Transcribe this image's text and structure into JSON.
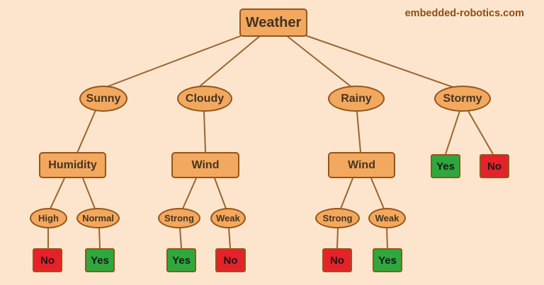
{
  "watermark": {
    "text": "embedded-robotics.com"
  },
  "colors": {
    "background": "#FCE5CC",
    "node-fill": "#F2A85E",
    "node-border": "#95551A",
    "edge": "#9A6430",
    "node-text": "#463421",
    "yes-fill": "#2EA83C",
    "no-fill": "#E5212A",
    "leaf-text": "#16191C",
    "watermark": "#8C4D12"
  },
  "diagram": {
    "type": "decision-tree",
    "nodes": {
      "weather": {
        "label": "Weather"
      },
      "sunny": {
        "label": "Sunny"
      },
      "cloudy": {
        "label": "Cloudy"
      },
      "rainy": {
        "label": "Rainy"
      },
      "stormy": {
        "label": "Stormy"
      },
      "humidity": {
        "label": "Humidity"
      },
      "wind_cloudy": {
        "label": "Wind"
      },
      "wind_rainy": {
        "label": "Wind"
      },
      "high": {
        "label": "High"
      },
      "normal": {
        "label": "Normal"
      },
      "strong_cloudy": {
        "label": "Strong"
      },
      "weak_cloudy": {
        "label": "Weak"
      },
      "strong_rainy": {
        "label": "Strong"
      },
      "weak_rainy": {
        "label": "Weak"
      },
      "leaf_stormy_yes": {
        "label": "Yes",
        "decision": "yes"
      },
      "leaf_stormy_no": {
        "label": "No",
        "decision": "no"
      },
      "leaf_high": {
        "label": "No",
        "decision": "no"
      },
      "leaf_normal": {
        "label": "Yes",
        "decision": "yes"
      },
      "leaf_strong_cloudy": {
        "label": "Yes",
        "decision": "yes"
      },
      "leaf_weak_cloudy": {
        "label": "No",
        "decision": "no"
      },
      "leaf_strong_rainy": {
        "label": "No",
        "decision": "no"
      },
      "leaf_weak_rainy": {
        "label": "Yes",
        "decision": "yes"
      }
    },
    "edges": [
      [
        "weather",
        "sunny"
      ],
      [
        "weather",
        "cloudy"
      ],
      [
        "weather",
        "rainy"
      ],
      [
        "weather",
        "stormy"
      ],
      [
        "sunny",
        "humidity"
      ],
      [
        "cloudy",
        "wind_cloudy"
      ],
      [
        "rainy",
        "wind_rainy"
      ],
      [
        "stormy",
        "leaf_stormy_yes"
      ],
      [
        "stormy",
        "leaf_stormy_no"
      ],
      [
        "humidity",
        "high"
      ],
      [
        "humidity",
        "normal"
      ],
      [
        "wind_cloudy",
        "strong_cloudy"
      ],
      [
        "wind_cloudy",
        "weak_cloudy"
      ],
      [
        "wind_rainy",
        "strong_rainy"
      ],
      [
        "wind_rainy",
        "weak_rainy"
      ],
      [
        "high",
        "leaf_high"
      ],
      [
        "normal",
        "leaf_normal"
      ],
      [
        "strong_cloudy",
        "leaf_strong_cloudy"
      ],
      [
        "weak_cloudy",
        "leaf_weak_cloudy"
      ],
      [
        "strong_rainy",
        "leaf_strong_rainy"
      ],
      [
        "weak_rainy",
        "leaf_weak_rainy"
      ]
    ]
  }
}
